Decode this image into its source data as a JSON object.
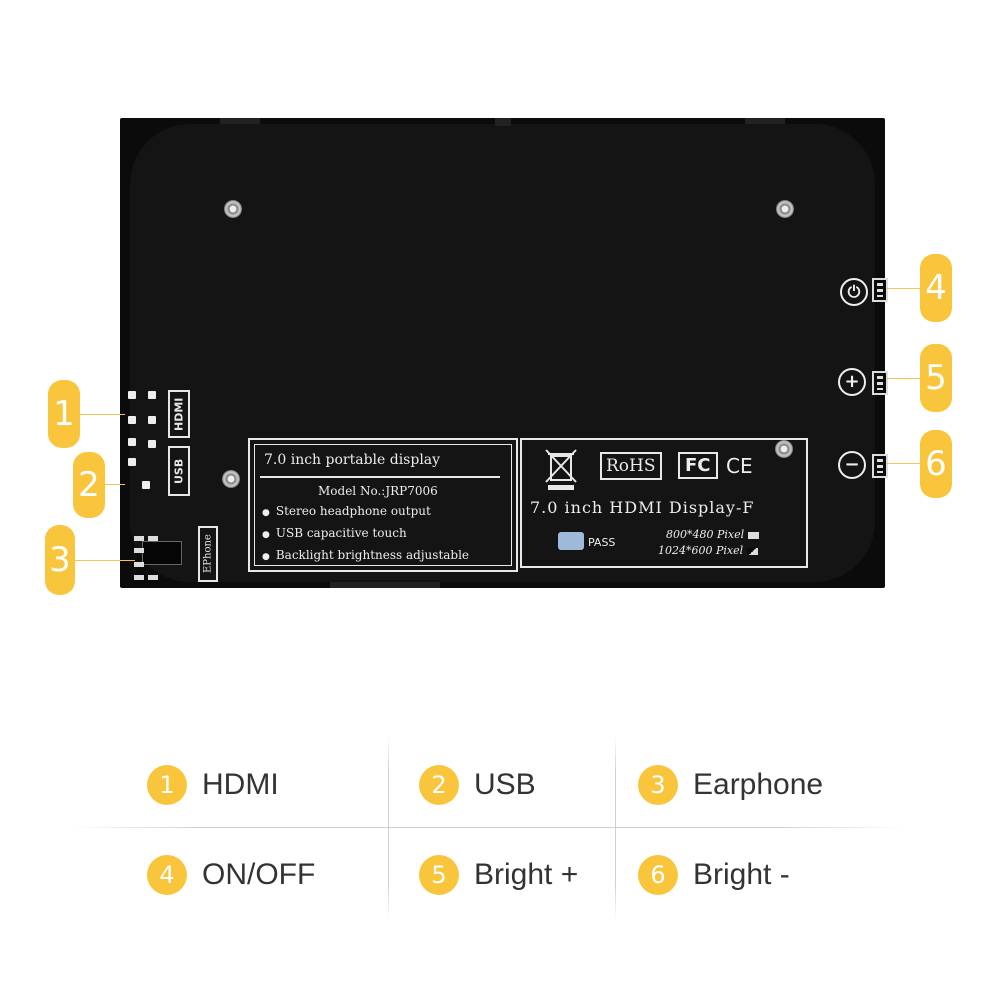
{
  "board": {
    "port_labels": {
      "hdmi": "HDMI",
      "usb": "USB",
      "earphone": "EPhone"
    },
    "info": {
      "title": "7.0 inch portable display",
      "model": "Model No.:JRP7006",
      "bullets": [
        "Stereo headphone output",
        "USB capacitive touch",
        "Backlight brightness adjustable"
      ]
    },
    "cert": {
      "rohs": "RoHS",
      "fc": "FC",
      "ce": "CE",
      "title": "7.0 inch HDMI Display-F",
      "pass": "PASS",
      "pixel1": "800*480 Pixel",
      "pixel2": "1024*600 Pixel"
    }
  },
  "buttons": {
    "power": "⏻",
    "plus": "+",
    "minus": "−"
  },
  "callouts": [
    "1",
    "2",
    "3",
    "4",
    "5",
    "6"
  ],
  "legend": [
    {
      "num": "1",
      "label": "HDMI"
    },
    {
      "num": "2",
      "label": "USB"
    },
    {
      "num": "3",
      "label": "Earphone"
    },
    {
      "num": "4",
      "label": "ON/OFF"
    },
    {
      "num": "5",
      "label": "Bright +"
    },
    {
      "num": "6",
      "label": "Bright -"
    }
  ],
  "colors": {
    "accent": "#f9c53c",
    "board": "#0b0b0b",
    "text": "#333333"
  }
}
